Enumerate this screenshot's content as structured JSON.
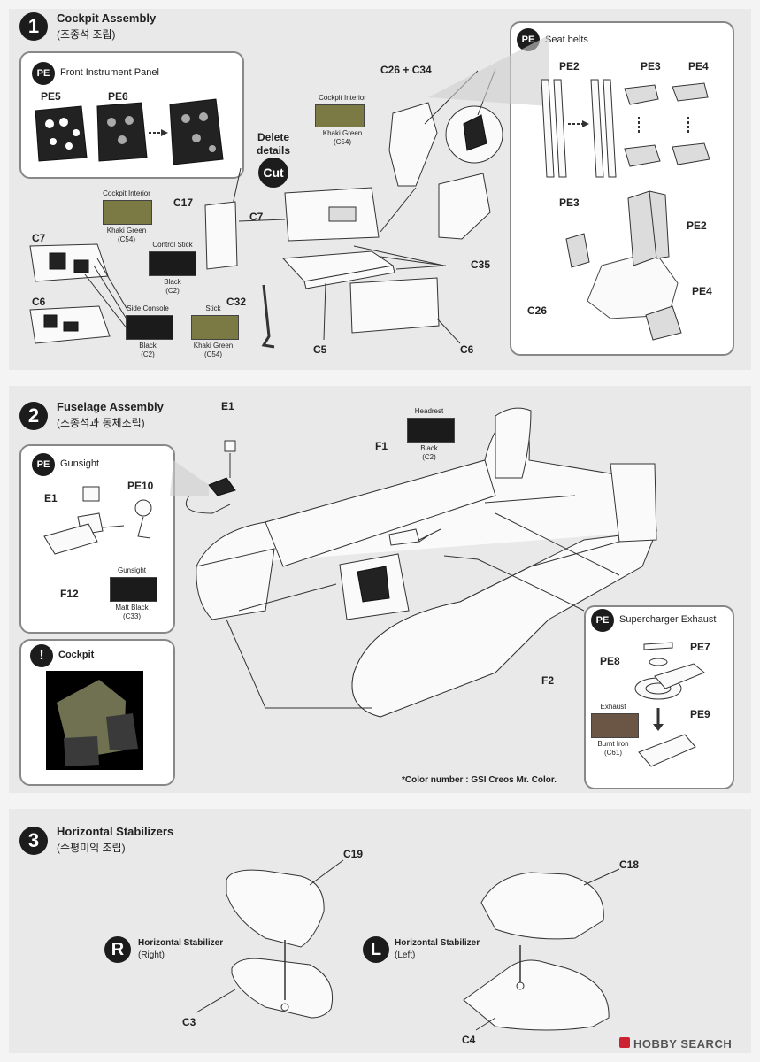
{
  "step1": {
    "num": "1",
    "title": "Cockpit Assembly",
    "subtitle": "(조종석 조립)",
    "panel_instrument": {
      "badge": "PE",
      "title": "Front Instrument Panel",
      "pe5": "PE5",
      "pe6": "PE6"
    },
    "delete_note": "Delete\ndetails",
    "cut_label": "Cut",
    "parts": {
      "c26c34": "C26 + C34",
      "c17": "C17",
      "c7a": "C7",
      "c7b": "C7",
      "c6a": "C6",
      "c6b": "C6",
      "c32": "C32",
      "c35": "C35",
      "c5": "C5"
    },
    "swatches": [
      {
        "title": "Cockpit Interior",
        "name": "Khaki Green",
        "code": "(C54)",
        "color": "#7b7a45"
      },
      {
        "title": "Cockpit Interior",
        "name": "Khaki Green",
        "code": "(C54)",
        "color": "#7b7a45"
      },
      {
        "title": "Control Stick",
        "name": "Black",
        "code": "(C2)",
        "color": "#1b1b1b"
      },
      {
        "title": "Side Console",
        "name": "Black",
        "code": "(C2)",
        "color": "#1b1b1b"
      },
      {
        "title": "Stick",
        "name": "Khaki Green",
        "code": "(C54)",
        "color": "#7b7a45"
      }
    ],
    "panel_seatbelts": {
      "badge": "PE",
      "title": "Seat belts",
      "pe2a": "PE2",
      "pe3a": "PE3",
      "pe4a": "PE4",
      "pe3b": "PE3",
      "pe2b": "PE2",
      "c26": "C26",
      "pe4b": "PE4"
    }
  },
  "step2": {
    "num": "2",
    "title": "Fuselage Assembly",
    "subtitle": "(조종석과 동체조립)",
    "parts": {
      "e1": "E1",
      "f1": "F1",
      "f2": "F2"
    },
    "headrest": {
      "title": "Headrest",
      "name": "Black",
      "code": "(C2)",
      "color": "#1b1b1b"
    },
    "panel_gunsight": {
      "badge": "PE",
      "title": "Gunsight",
      "e1": "E1",
      "pe10": "PE10",
      "f12": "F12",
      "swatch": {
        "title": "Gunsight",
        "name": "Matt Black",
        "code": "(C33)",
        "color": "#1b1b1b"
      }
    },
    "panel_cockpit": {
      "badge": "!",
      "title": "Cockpit"
    },
    "panel_exhaust": {
      "badge": "PE",
      "title": "Supercharger Exhaust",
      "pe7": "PE7",
      "pe8": "PE8",
      "pe9": "PE9",
      "swatch": {
        "title": "Exhaust",
        "name": "Burnt Iron",
        "code": "(C61)",
        "color": "#6b5544"
      }
    },
    "color_note": "*Color number : GSI Creos Mr. Color."
  },
  "step3": {
    "num": "3",
    "title": "Horizontal Stabilizers",
    "subtitle": "(수평미익 조립)",
    "right": {
      "badge": "R",
      "title": "Horizontal Stabilizer",
      "sub": "(Right)"
    },
    "left": {
      "badge": "L",
      "title": "Horizontal Stabilizer",
      "sub": "(Left)"
    },
    "parts": {
      "c19": "C19",
      "c18": "C18",
      "c3": "C3",
      "c4": "C4"
    }
  },
  "watermark": "HOBBY SEARCH"
}
